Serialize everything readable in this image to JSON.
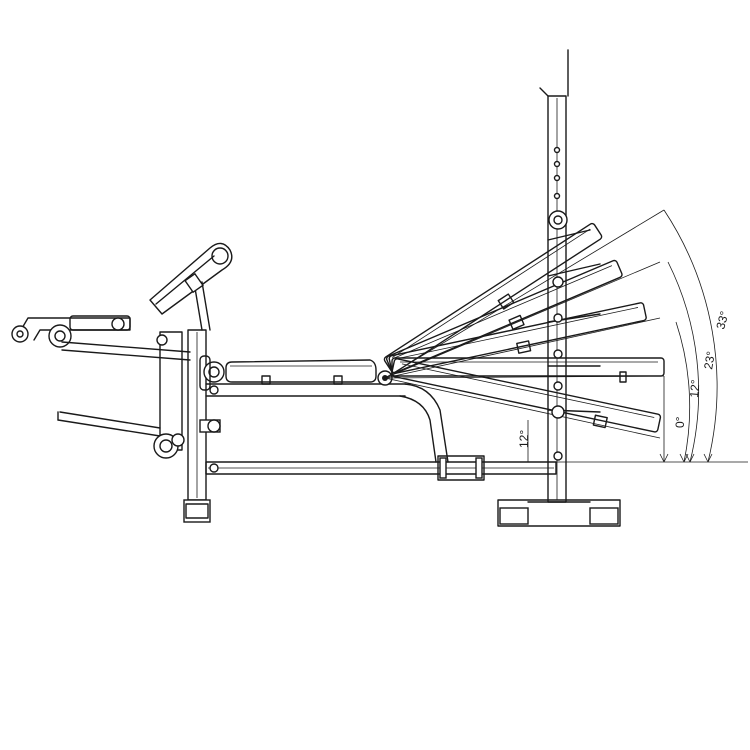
{
  "diagram": {
    "angle_labels": {
      "decline": "12°",
      "flat": "0°",
      "incline_low": "12°",
      "incline_mid": "23°",
      "incline_high": "33°"
    }
  }
}
